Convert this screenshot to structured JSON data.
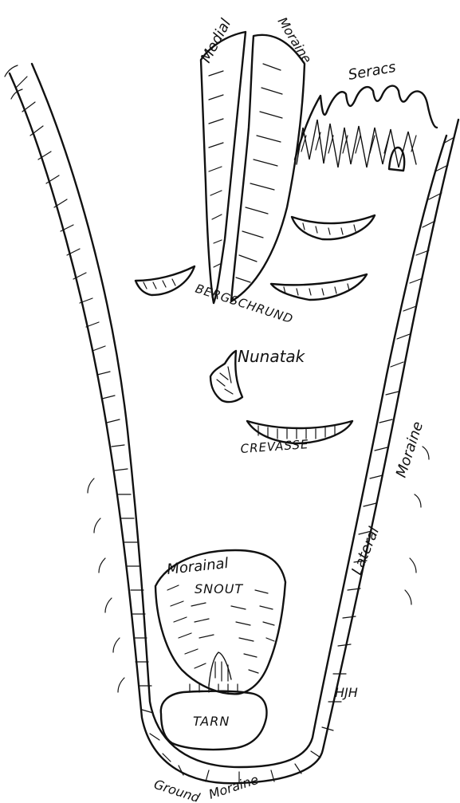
{
  "diagram": {
    "labels": {
      "medial": "Medial",
      "moraine_top": "Moraine",
      "seracs": "Seracs",
      "bergschrund": "BERGSCHRUND",
      "nunatak": "Nunatak",
      "crevasse": "CREVASSE",
      "lateral": "Lateral",
      "moraine_lateral": "Moraine",
      "morainal": "Morainal",
      "snout": "SNOUT",
      "tarn": "TARN",
      "ground": "Ground",
      "moraine_ground": "Moraine",
      "initials": "HJH"
    }
  }
}
